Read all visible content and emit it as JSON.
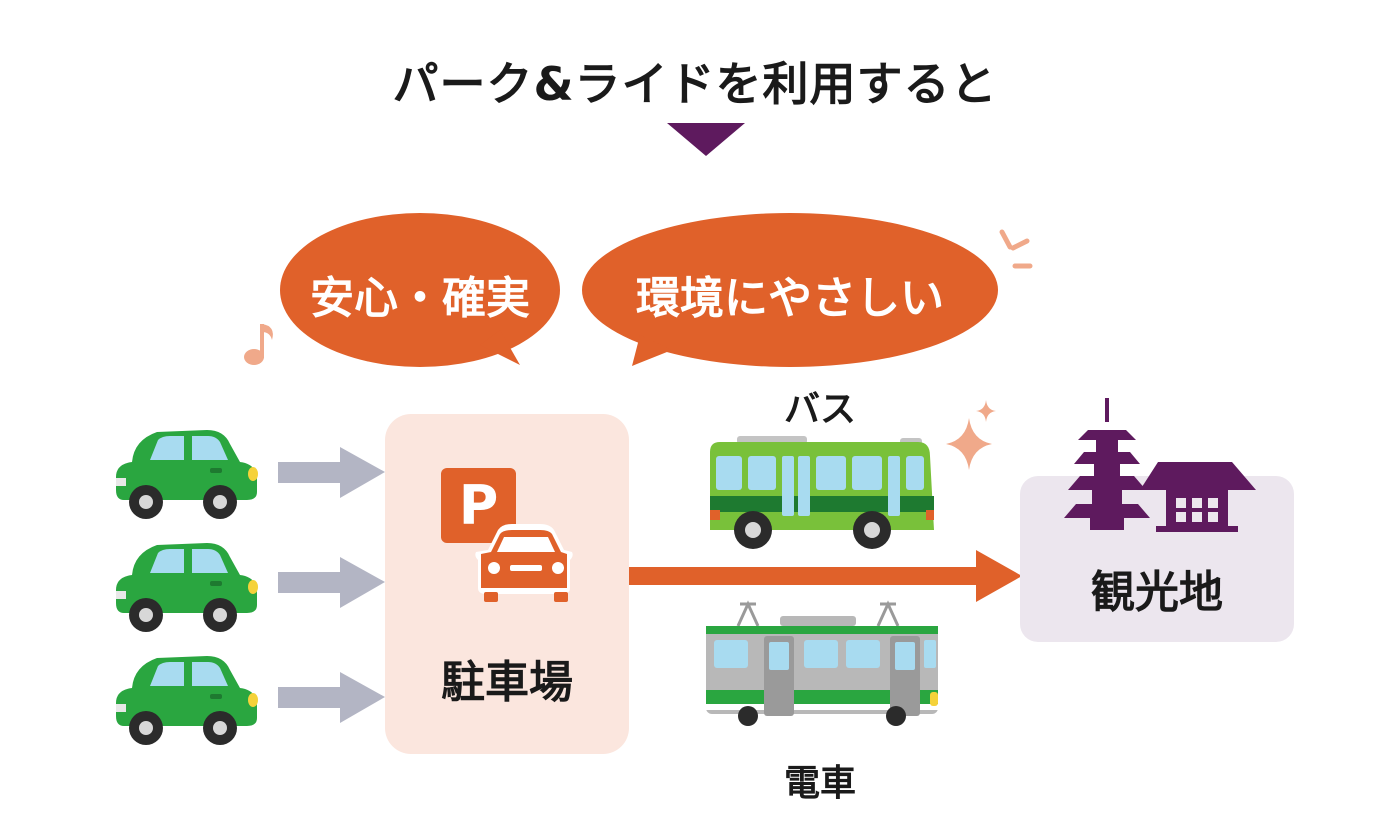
{
  "title": "パーク&ライドを利用すると",
  "bubbles": {
    "left": "安心・確実",
    "right": "環境にやさしい"
  },
  "labels": {
    "parking": "駐車場",
    "bus": "バス",
    "train": "電車",
    "destination": "観光地",
    "parking_sign": "P"
  },
  "colors": {
    "accent_orange": "#e0612a",
    "purple": "#5e1a5e",
    "car_green": "#2aa640",
    "arrow_gray": "#b3b5c4",
    "parking_bg": "#fbe6de",
    "destination_bg": "#ece6ee"
  },
  "icons": [
    "car-icon",
    "parking-sign-icon",
    "bus-icon",
    "train-icon",
    "pagoda-icon",
    "temple-icon",
    "music-note-icon",
    "sparkle-icon"
  ]
}
